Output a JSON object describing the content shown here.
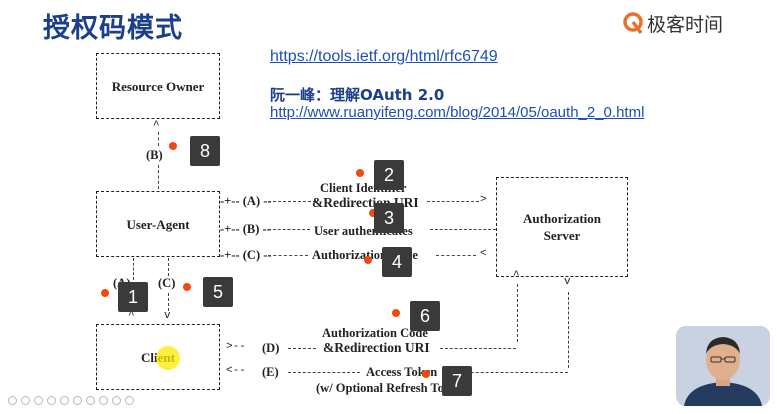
{
  "slide": {
    "title": "授权码模式",
    "brand": {
      "name": "极客时间",
      "icon": "geektime-logo-icon",
      "color": "#e8722c"
    },
    "links": {
      "rfc": "https://tools.ietf.org/html/rfc6749",
      "article_title": "阮一峰：理解OAuth 2.0",
      "article_url": "http://www.ruanyifeng.com/blog/2014/05/oauth_2_0.html"
    }
  },
  "diagram": {
    "nodes": {
      "resource_owner": "Resource Owner",
      "user_agent": "User-Agent",
      "client": "Client",
      "auth_server_line1": "Authorization",
      "auth_server_line2": "Server"
    },
    "flows": {
      "a_id": "(A)",
      "a_label1": "Client Identifier",
      "a_label2": "&Redirection URI",
      "b_id": "(B)",
      "b_label": "User authenticates",
      "c_id": "(C)",
      "c_label": "Authorization Code",
      "d_id": "(D)",
      "d_label1": "Authorization Code",
      "d_label2": "&Redirection URI",
      "e_id": "(E)",
      "e_label1": "Access Token",
      "e_label2": "(w/ Optional Refresh Token)",
      "owner_b": "(B)",
      "ua_client_a": "(A)",
      "ua_client_c": "(C)"
    },
    "annotations": [
      "1",
      "2",
      "3",
      "4",
      "5",
      "6",
      "7",
      "8"
    ],
    "annotation_dot_color": "#f04a10"
  }
}
